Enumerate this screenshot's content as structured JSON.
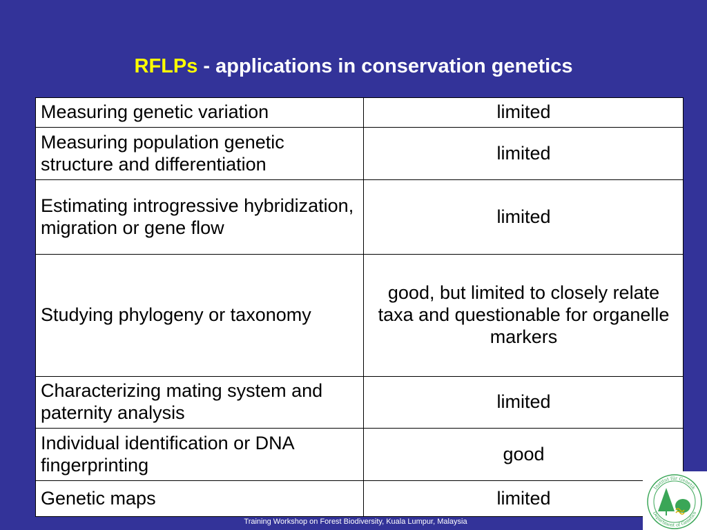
{
  "title": {
    "accent": "RFLPs",
    "rest": " - applications in conservation genetics"
  },
  "table": {
    "rows": [
      {
        "application": "Measuring genetic variation",
        "rating": "limited"
      },
      {
        "application": "Measuring population genetic structure and differentiation",
        "rating": "limited"
      },
      {
        "application": "Estimating introgressive hybridization, migration or gene flow",
        "rating": "limited"
      },
      {
        "application": "Studying phylogeny or taxonomy",
        "rating": "good, but limited to closely relate taxa and questionable for organelle markers"
      },
      {
        "application": "Characterizing mating system and paternity analysis",
        "rating": "limited"
      },
      {
        "application": "Individual identification or DNA fingerprinting",
        "rating": "good"
      },
      {
        "application": "Genetic maps",
        "rating": "limited"
      }
    ]
  },
  "footer": {
    "text": "Training Workshop on Forest Biodiversity, Kuala Lumpur, Malaysia"
  },
  "logo": {
    "icon": "institute-seal-icon",
    "text_top": "Institut für Genetik",
    "text_bottom": "Department of Genetics"
  },
  "colors": {
    "background": "#333399",
    "title_accent": "#ffff00",
    "title_text": "#ffffff",
    "table_background": "#ffffff",
    "logo_green": "#3aa657"
  }
}
